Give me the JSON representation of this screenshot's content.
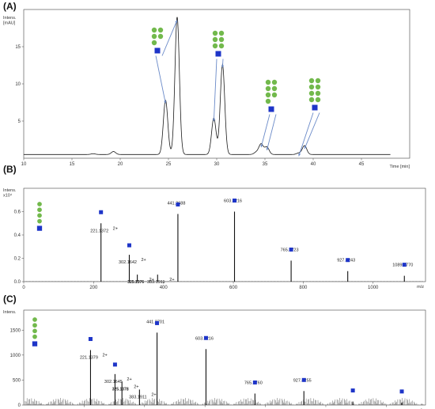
{
  "colors": {
    "mannose": "#72b94c",
    "glcnac": "#1e35c8",
    "arrow": "#6a8ac8",
    "trace": "#1a1a1a",
    "frame": "#444444"
  },
  "chart_data": [
    {
      "panel": "(A)",
      "type": "line",
      "ylabel": "Intens.\n[mAU]",
      "xlabel": "Time [min]",
      "xlim": [
        10,
        50
      ],
      "ylim": [
        0,
        20
      ],
      "xticks": [
        "10",
        "15",
        "20",
        "25",
        "30",
        "35",
        "40",
        "45"
      ],
      "yticks": [
        "5",
        "10",
        "15"
      ],
      "baseline": 0.5,
      "series": [
        {
          "values": [
            [
              17.2,
              0.6
            ],
            [
              19.3,
              0.9
            ],
            [
              24.7,
              7.8
            ],
            [
              25.9,
              19.0
            ],
            [
              29.7,
              5.4
            ],
            [
              30.6,
              12.6
            ],
            [
              34.1,
              0.8
            ],
            [
              34.6,
              1.9
            ],
            [
              35.2,
              1.5
            ],
            [
              38.5,
              0.7
            ],
            [
              39.1,
              1.7
            ]
          ]
        }
      ],
      "annotations": [
        {
          "glycan": "Man5",
          "residues": 5,
          "arrows_to": [
            24.7,
            25.9
          ]
        },
        {
          "glycan": "Man6",
          "residues": 6,
          "arrows_to": [
            29.7,
            30.6
          ]
        },
        {
          "glycan": "Man7",
          "residues": 7,
          "arrows_to": [
            34.6,
            35.2
          ]
        },
        {
          "glycan": "Man8",
          "residues": 8,
          "arrows_to": [
            38.5,
            39.1
          ]
        }
      ]
    },
    {
      "panel": "(B)",
      "type": "bar",
      "ylabel": "Intens.\nx10⁴",
      "xlabel": "m/z",
      "xlim": [
        0,
        1150
      ],
      "ylim": [
        0,
        0.8
      ],
      "xticks": [
        "0",
        "200",
        "400",
        "600",
        "800",
        "1000"
      ],
      "yticks": [
        "0.0",
        "0.2",
        "0.4",
        "0.6"
      ],
      "peaks": [
        {
          "mz": 221.1372,
          "label": "221.1372",
          "charge": "2+",
          "intensity": 0.5
        },
        {
          "mz": 302.1642,
          "label": "302.1642",
          "charge": "2+",
          "intensity": 0.23
        },
        {
          "mz": 325.1376,
          "label": "325.1376",
          "charge": "2+",
          "intensity": 0.06
        },
        {
          "mz": 383.1911,
          "label": "383.1911",
          "charge": "2+",
          "intensity": 0.06
        },
        {
          "mz": 441.2688,
          "label": "441.2688",
          "charge": "",
          "intensity": 0.58
        },
        {
          "mz": 603.3216,
          "label": "603.3216",
          "charge": "",
          "intensity": 0.6
        },
        {
          "mz": 765.3723,
          "label": "765.3723",
          "charge": "",
          "intensity": 0.18
        },
        {
          "mz": 927.4243,
          "label": "927.4243",
          "charge": "",
          "intensity": 0.09
        },
        {
          "mz": 1089.477,
          "label": "1089.4770",
          "charge": "",
          "intensity": 0.05
        }
      ]
    },
    {
      "panel": "(C)",
      "type": "bar",
      "ylabel": "Intens.",
      "xlabel": "m/z",
      "xlim": [
        0,
        1330
      ],
      "ylim": [
        0,
        1900
      ],
      "xticks": [
        "200",
        "400",
        "600",
        "800",
        "1000",
        "1200"
      ],
      "yticks": [
        "0",
        "500",
        "1000",
        "1500"
      ],
      "peaks": [
        {
          "mz": 221.1379,
          "label": "221.1379",
          "charge": "2+",
          "intensity": 1100
        },
        {
          "mz": 302.1645,
          "label": "302.1645",
          "charge": "2+",
          "intensity": 620
        },
        {
          "mz": 325.1378,
          "label": "325.1378",
          "charge": "2+",
          "intensity": 470
        },
        {
          "mz": 383.1911,
          "label": "383.1911",
          "charge": "2+",
          "intensity": 310
        },
        {
          "mz": 441.2701,
          "label": "441.2701",
          "charge": "",
          "intensity": 1450
        },
        {
          "mz": 603.3216,
          "label": "603.3216",
          "charge": "",
          "intensity": 1120
        },
        {
          "mz": 765.376,
          "label": "765.3760",
          "charge": "",
          "intensity": 230
        },
        {
          "mz": 927.4255,
          "label": "927.4255",
          "charge": "",
          "intensity": 280
        },
        {
          "mz": 1089.48,
          "label": "",
          "charge": "",
          "intensity": 70
        },
        {
          "mz": 1251.53,
          "label": "",
          "charge": "",
          "intensity": 50
        }
      ]
    }
  ]
}
